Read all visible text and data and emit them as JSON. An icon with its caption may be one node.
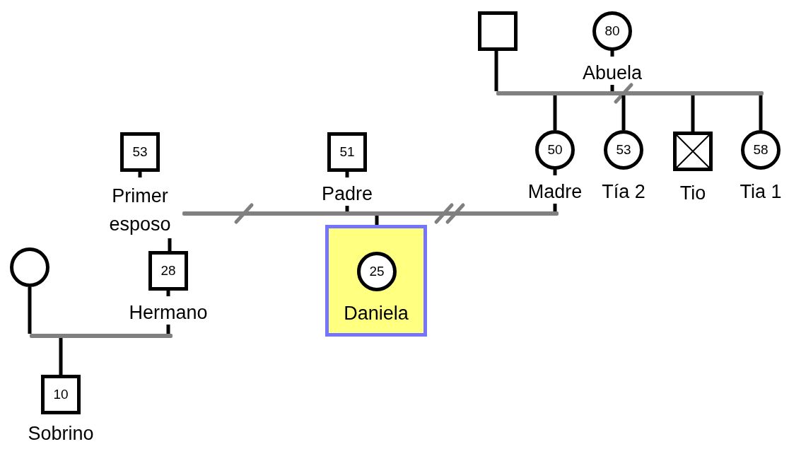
{
  "diagram": {
    "nodes": [
      {
        "text": [],
        "shape": "box"
      },
      {
        "text": [
          "80"
        ],
        "beside": [
          "Abuela"
        ]
      },
      {
        "text": [],
        "shape": "bar"
      },
      {
        "text": [
          "53"
        ],
        "beside": [
          "Primer esposo"
        ]
      },
      {
        "text": [
          "51"
        ],
        "beside": [
          "Padre"
        ]
      },
      {
        "text": [
          "50"
        ],
        "beside": [
          "Madre"
        ]
      },
      {
        "text": [
          "53"
        ],
        "beside": [
          "Tía 2"
        ]
      },
      {
        "text": [],
        "shape": "box",
        "beside": [
          "Tio"
        ]
      },
      {
        "text": [
          "58"
        ],
        "beside": [
          "Tia 1"
        ]
      },
      {
        "text": [],
        "shape": "bar"
      },
      {
        "text": [
          "28"
        ],
        "beside": [
          "Hermano"
        ]
      },
      {
        "text": [
          "Daniela"
        ]
      },
      {
        "text": [
          "25"
        ],
        "in": 11
      },
      {
        "text": [],
        "shape": "circle"
      },
      {
        "text": [],
        "shape": "bar"
      },
      {
        "text": [
          "10"
        ],
        "beside": [
          "Sobrino"
        ]
      }
    ],
    "edges": [
      {
        "from": 0,
        "to": 2,
        "arrow": "none"
      },
      {
        "from": 1,
        "to": 2,
        "arrow": "none"
      },
      {
        "from": 2,
        "to": 5,
        "arrow": "none"
      },
      {
        "from": 2,
        "to": 6,
        "arrow": "none"
      },
      {
        "from": 2,
        "to": 7,
        "arrow": "none"
      },
      {
        "from": 2,
        "to": 8,
        "arrow": "none"
      },
      {
        "from": 4,
        "to": 9,
        "arrow": "none"
      },
      {
        "from": 5,
        "to": 9,
        "arrow": "none"
      },
      {
        "from": 9,
        "to": 11,
        "arrow": "none"
      },
      {
        "from": 3,
        "to": 10,
        "arrow": "none"
      },
      {
        "from": 10,
        "to": 14,
        "arrow": "none"
      },
      {
        "from": 13,
        "to": 14,
        "arrow": "none"
      },
      {
        "from": 14,
        "to": 15,
        "arrow": "none"
      }
    ]
  }
}
